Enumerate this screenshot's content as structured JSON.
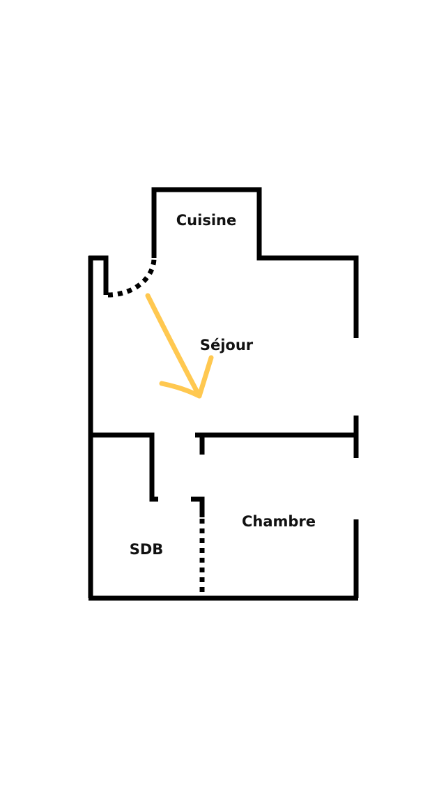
{
  "rooms": {
    "kitchen": "Cuisine",
    "living": "Séjour",
    "bedroom": "Chambre",
    "bathroom": "SDB"
  },
  "colors": {
    "wall": "#000000",
    "arrow": "#FFC850"
  }
}
